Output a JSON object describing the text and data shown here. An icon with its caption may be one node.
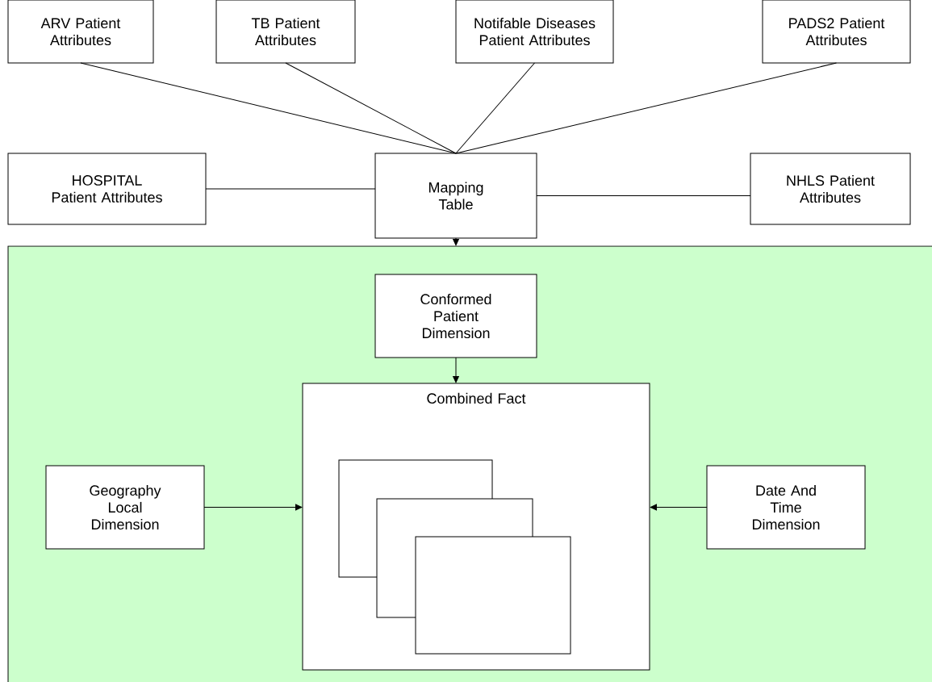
{
  "diagram": {
    "nodes": [
      {
        "text": [
          "ARV Patient Attributes"
        ]
      },
      {
        "text": [
          "TB Patient Attributes"
        ]
      },
      {
        "text": [
          "Notifable Diseases Patient Attributes"
        ]
      },
      {
        "text": [
          "PADS2 Patient Attributes"
        ]
      },
      {
        "text": [
          "HOSPITAL Patient Attributes"
        ]
      },
      {
        "text": [
          "Mapping Table"
        ]
      },
      {
        "text": [
          "NHLS Patient Attributes"
        ]
      },
      {
        "text": [],
        "shape": "box"
      },
      {
        "text": [
          "Conformed Patient Dimension"
        ],
        "in": 7
      },
      {
        "text": [
          "Combined Fact"
        ],
        "in": 7
      },
      {
        "text": [],
        "shape": "box",
        "in": 9
      },
      {
        "text": [],
        "shape": "box",
        "in": 9
      },
      {
        "text": [],
        "shape": "box",
        "in": 9
      },
      {
        "text": [
          "Geography Local Dimension"
        ],
        "in": 7
      },
      {
        "text": [
          "Date And Time Dimension"
        ],
        "in": 7
      }
    ],
    "edges": [
      {
        "from": 0,
        "to": 5,
        "arrow": "none"
      },
      {
        "from": 1,
        "to": 5,
        "arrow": "none"
      },
      {
        "from": 2,
        "to": 5,
        "arrow": "none"
      },
      {
        "from": 3,
        "to": 5,
        "arrow": "none"
      },
      {
        "from": 4,
        "to": 5,
        "arrow": "none"
      },
      {
        "from": 5,
        "to": 6,
        "arrow": "none"
      },
      {
        "from": 5,
        "to": 7,
        "arrow": "to"
      },
      {
        "from": 8,
        "to": 9,
        "arrow": "to"
      },
      {
        "from": 13,
        "to": 9,
        "arrow": "to"
      },
      {
        "from": 14,
        "to": 9,
        "arrow": "to"
      }
    ]
  }
}
